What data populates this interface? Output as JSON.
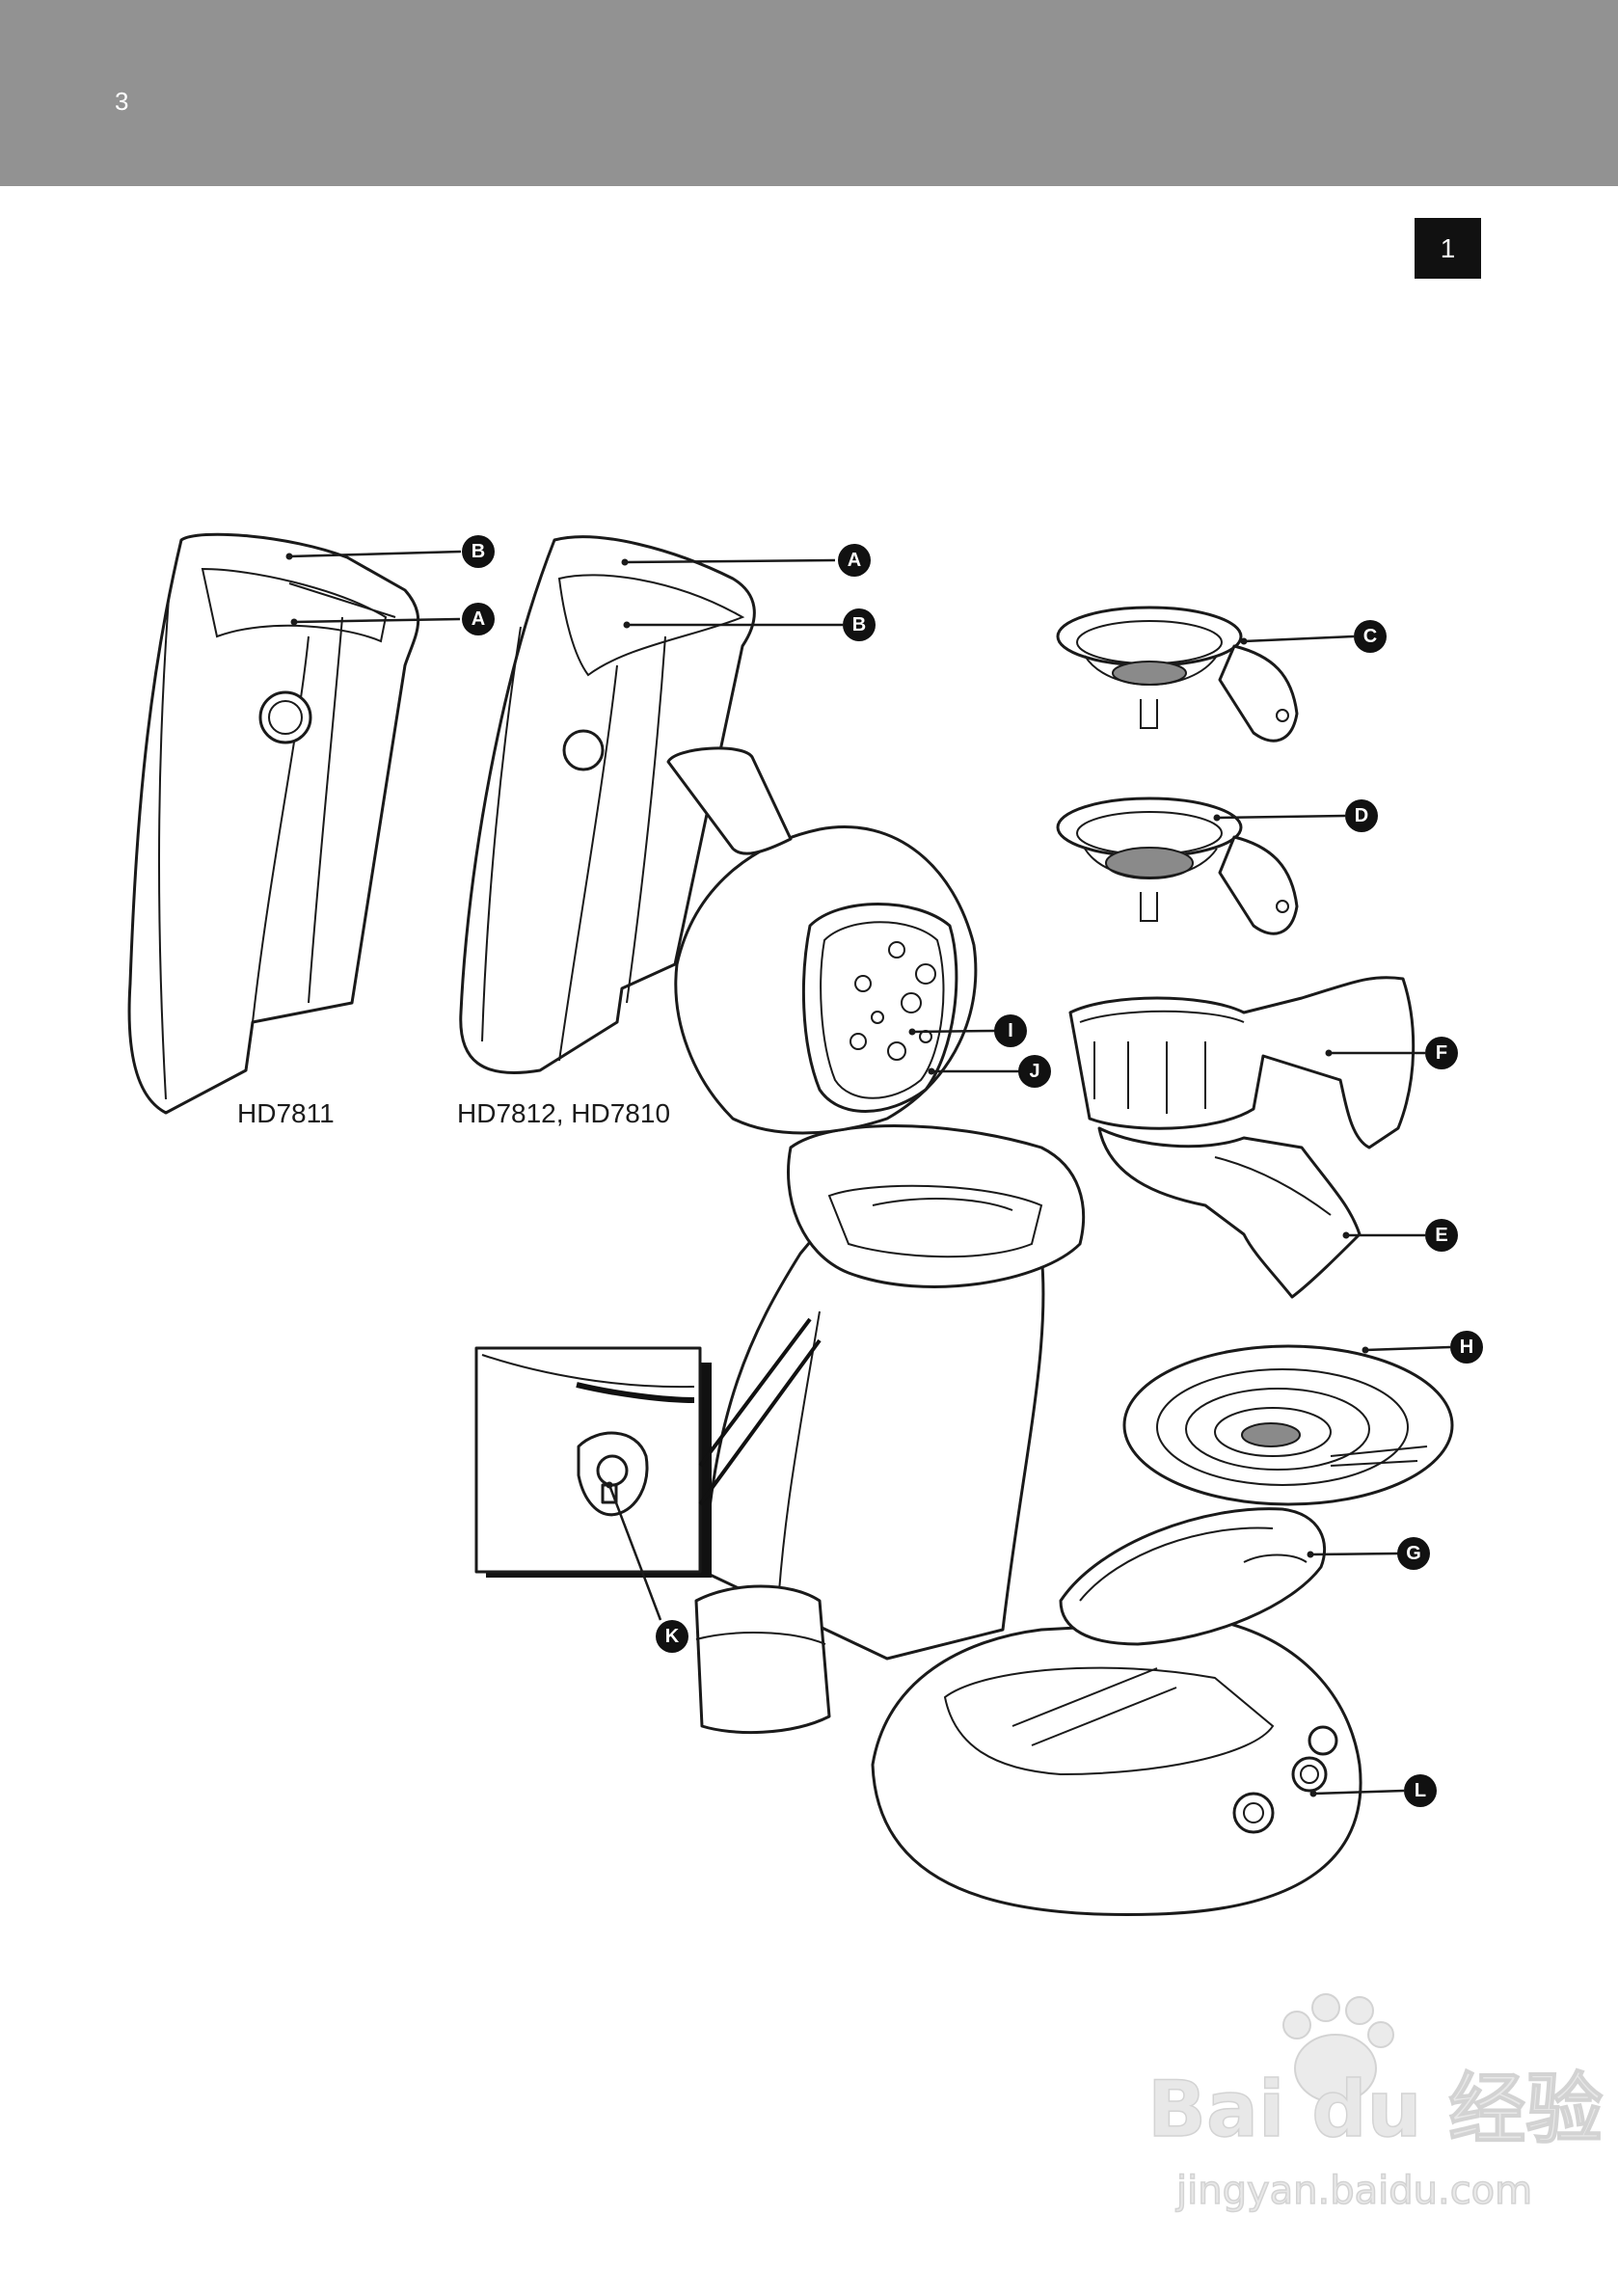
{
  "page": {
    "number": "3",
    "figure_number": "1",
    "header_color": "#929292"
  },
  "figure": {
    "model_labels": [
      "HD7811",
      "HD7812, HD7810"
    ],
    "callouts": {
      "A1": "A",
      "B1": "B",
      "A2": "A",
      "B2": "B",
      "C": "C",
      "D": "D",
      "E": "E",
      "F": "F",
      "G": "G",
      "H": "H",
      "I": "I",
      "J": "J",
      "K": "K",
      "L": "L"
    }
  },
  "watermark": {
    "brand": "Bai du 经验",
    "url": "jingyan.baidu.com"
  }
}
